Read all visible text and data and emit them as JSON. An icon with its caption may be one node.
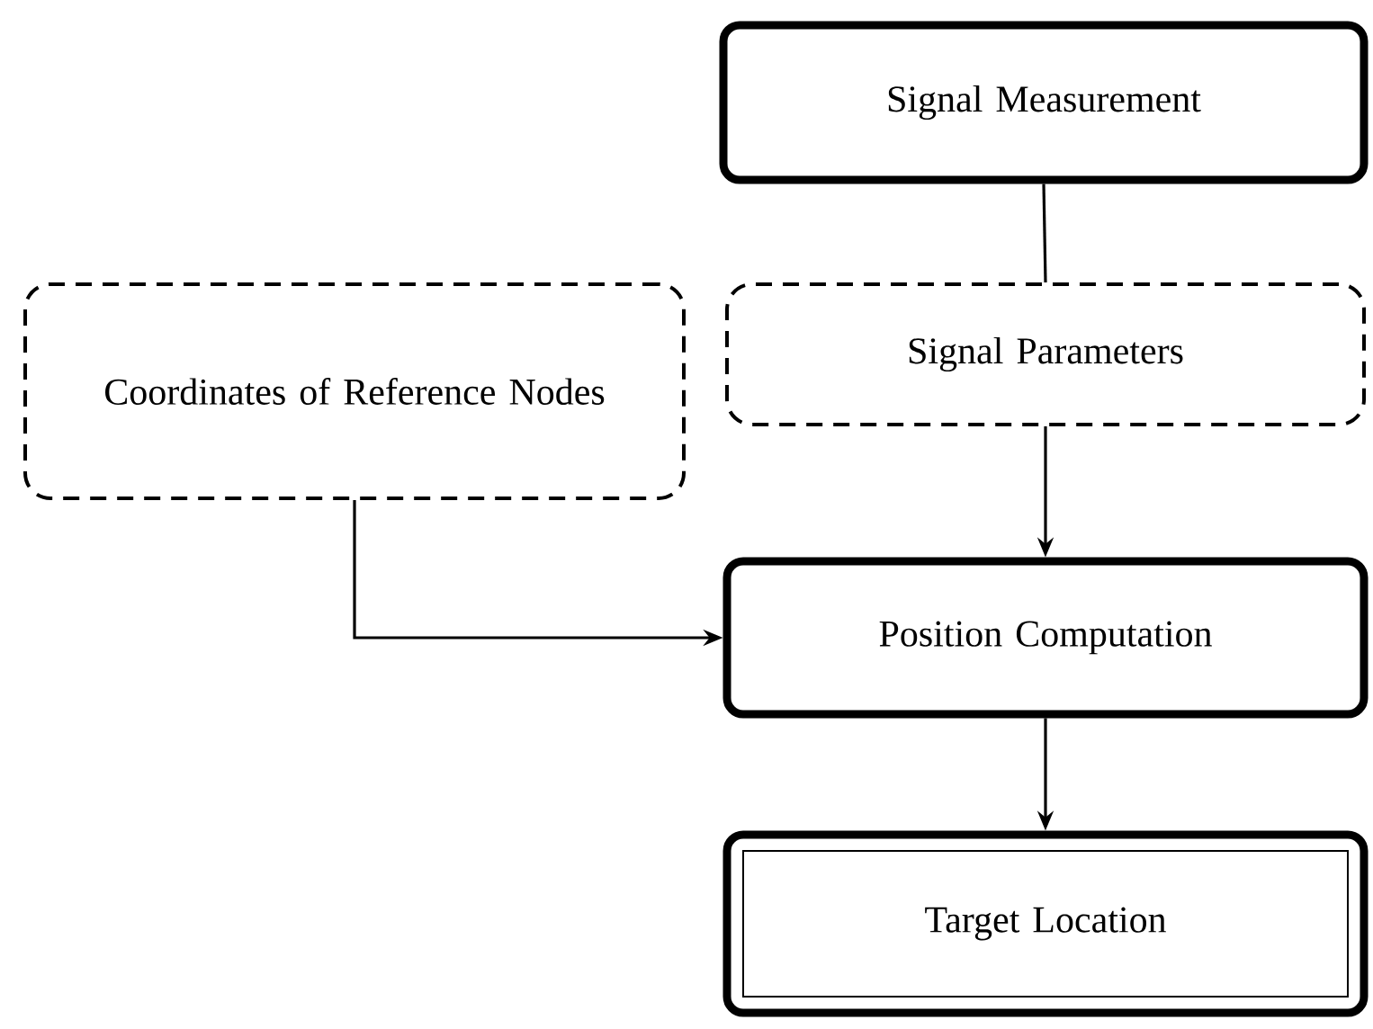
{
  "diagram": {
    "nodes": [
      {
        "text": [
          "Signal Measurement"
        ]
      },
      {
        "text": [
          "Coordinates of Reference Nodes"
        ]
      },
      {
        "text": [
          "Signal Parameters"
        ]
      },
      {
        "text": [
          "Position Computation"
        ]
      },
      {
        "text": [
          "Target Location"
        ]
      }
    ],
    "edges": [
      {
        "from": 0,
        "to": 2,
        "arrow": "none"
      },
      {
        "from": 2,
        "to": 3,
        "arrow": "to"
      },
      {
        "from": 1,
        "to": 3,
        "arrow": "to"
      },
      {
        "from": 3,
        "to": 4,
        "arrow": "to"
      }
    ]
  }
}
